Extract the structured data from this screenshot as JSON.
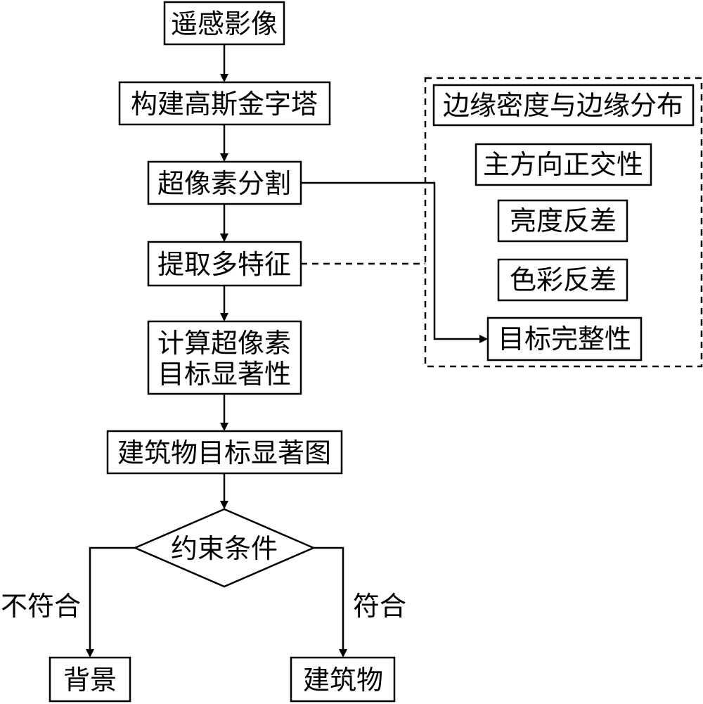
{
  "nodes": {
    "remote_image": "遥感影像",
    "gaussian_pyramid": "构建高斯金字塔",
    "superpixel_segmentation": "超像素分割",
    "extract_features": "提取多特征",
    "compute_saliency_line1": "计算超像素",
    "compute_saliency_line2": "目标显著性",
    "saliency_map": "建筑物目标显著图",
    "constraint": "约束条件",
    "background": "背景",
    "building": "建筑物"
  },
  "features": {
    "edge_density": "边缘密度与边缘分布",
    "orthogonality": "主方向正交性",
    "brightness_contrast": "亮度反差",
    "color_contrast": "色彩反差",
    "completeness": "目标完整性"
  },
  "edge_labels": {
    "not_match": "不符合",
    "match": "符合"
  }
}
